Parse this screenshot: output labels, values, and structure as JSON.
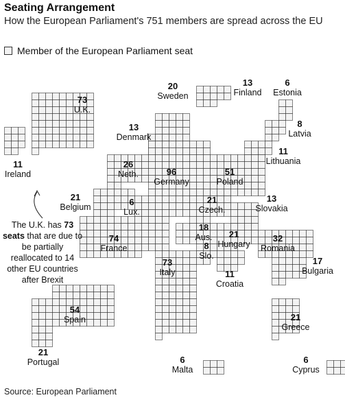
{
  "title": "Seating Arrangement",
  "subtitle": "How the European Parliament's 751 members are spread across the EU",
  "legend": {
    "label": "Member of the European Parliament seat"
  },
  "annotation": {
    "pre": "The U.K. has ",
    "bold": "73 seats",
    "post": " that are due to be partially reallocated to 14 other EU countries after Brexit"
  },
  "source": "Source: European Parliament",
  "colors": {
    "seat_fill": "#f3f3f3",
    "seat_stroke": "#333333",
    "text": "#111111"
  },
  "chart_data": {
    "type": "map",
    "unit": "seats",
    "total": 751,
    "countries": [
      {
        "name": "U.K.",
        "seats": 73
      },
      {
        "name": "Ireland",
        "seats": 11
      },
      {
        "name": "Sweden",
        "seats": 20
      },
      {
        "name": "Finland",
        "seats": 13
      },
      {
        "name": "Estonia",
        "seats": 6
      },
      {
        "name": "Latvia",
        "seats": 8
      },
      {
        "name": "Lithuania",
        "seats": 11
      },
      {
        "name": "Denmark",
        "seats": 13
      },
      {
        "name": "Neth.",
        "seats": 26
      },
      {
        "name": "Germany",
        "seats": 96
      },
      {
        "name": "Poland",
        "seats": 51
      },
      {
        "name": "Belgium",
        "seats": 21
      },
      {
        "name": "Lux.",
        "seats": 6
      },
      {
        "name": "Czech.",
        "seats": 21
      },
      {
        "name": "Slovakia",
        "seats": 13
      },
      {
        "name": "France",
        "seats": 74
      },
      {
        "name": "Aus.",
        "seats": 18
      },
      {
        "name": "Hungary",
        "seats": 21
      },
      {
        "name": "Slo.",
        "seats": 8
      },
      {
        "name": "Romania",
        "seats": 32
      },
      {
        "name": "Croatia",
        "seats": 11
      },
      {
        "name": "Bulgaria",
        "seats": 17
      },
      {
        "name": "Italy",
        "seats": 73
      },
      {
        "name": "Spain",
        "seats": 54
      },
      {
        "name": "Portugal",
        "seats": 21
      },
      {
        "name": "Greece",
        "seats": 21
      },
      {
        "name": "Malta",
        "seats": 6
      },
      {
        "name": "Cyprus",
        "seats": 6
      }
    ]
  }
}
